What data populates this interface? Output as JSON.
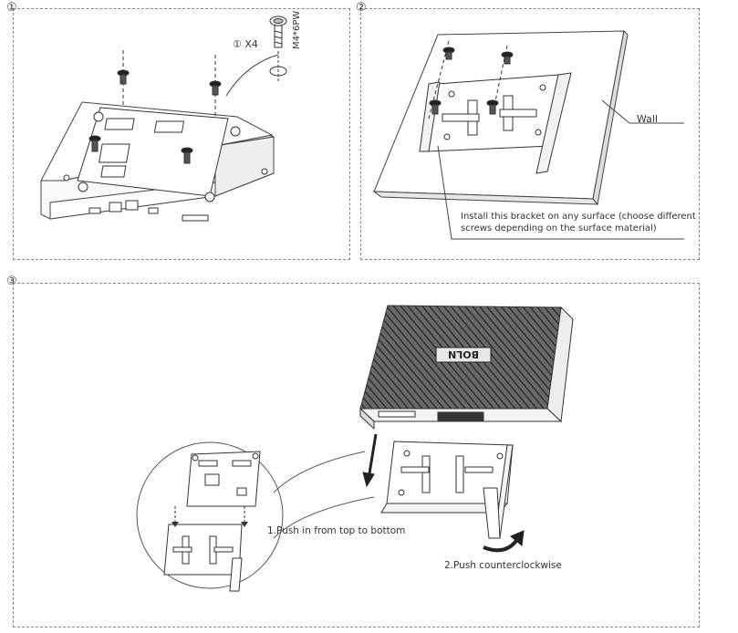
{
  "steps": [
    {
      "number": "①"
    },
    {
      "number": "②"
    },
    {
      "number": "③"
    }
  ],
  "step1": {
    "screw_qty": "① X4",
    "screw_spec": "M4*6PW"
  },
  "step2": {
    "wall_label": "Wall",
    "note_line1": "Install this bracket on any surface (choose different",
    "note_line2": "screws depending on the  surface material)"
  },
  "step3": {
    "brand": "BOLN",
    "push_label": "1.Push in from top to bottom",
    "rotate_label": "2.Push counterclockwise"
  }
}
